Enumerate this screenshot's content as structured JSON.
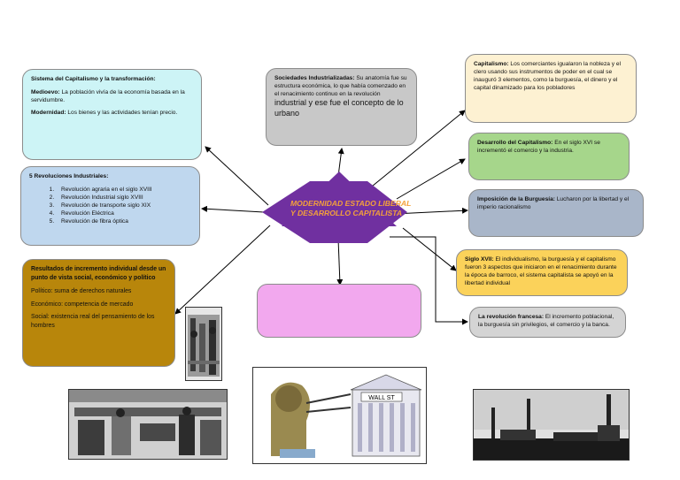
{
  "center": {
    "title": "MODERNIDAD ESTADO LIBERAL Y DESARROLLO CAPITALISTA",
    "color": "#7030a0",
    "text_color": "#f4a13a"
  },
  "nodes": {
    "sistema": {
      "title": "Sistema del Capitalismo y la transformación:",
      "items": [
        {
          "label": "Medioevo:",
          "text": " La población vivía de la economía basada en la servidumbre."
        },
        {
          "label": "Modernidad:",
          "text": " Los bienes y las actividades tenían precio."
        }
      ],
      "color": "#cdf4f6"
    },
    "revoluciones": {
      "title": "5 Revoluciones Industriales:",
      "items": [
        "Revolución agraria en el siglo XVIII",
        "Revolución Industrial siglo XVIII",
        "Revolución de transporte siglo XIX",
        "Revolución Eléctrica",
        "Revolución de fibra óptica"
      ],
      "color": "#bfd7ee"
    },
    "resultados": {
      "title": "Resultados de incremento individual desde un punto de vista social, económico y político",
      "items": [
        "Político: suma de derechos naturales",
        "Económico: competencia de mercado",
        "Social: existencia real del pensamiento de los hombres"
      ],
      "color": "#b8860b"
    },
    "sociedades": {
      "label": "Sociedades Industrializadas:",
      "text": " Su anatomía fue su estructura económica, lo que había comenzado en el renacimiento continuo en la revolución",
      "large_text": "industrial y ese fue el concepto de lo urbano",
      "color": "#c8c8c8"
    },
    "empty": {
      "color": "#f2a8ee"
    },
    "capitalismo": {
      "label": "Capitalismo:",
      "text": " Los comerciantes igualaron la nobleza y el clero usando sus instrumentos de poder en el cual se inauguró 3 elementos, como la burguesía, el dinero y el capital dinamizado para los pobladores",
      "color": "#fdf1d2"
    },
    "desarrollo": {
      "label": "Desarrollo del Capitalismo:",
      "text": " En el siglo XVI se incrementó el comercio y la industria.",
      "color": "#a6d68b"
    },
    "imposicion": {
      "label": "Imposición de la Burguesía:",
      "text": " Lucharon por la libertad y el imperio racionalismo",
      "color": "#a9b6c9"
    },
    "siglo": {
      "label": "Siglo XVII:",
      "text": " El individualismo, la burguesía y el capitalismo fueron 3 aspectos que iniciaron en el renacimiento durante la época de barroco, el sistema capitalista se apoyó en la libertad individual",
      "color": "#fbd25a"
    },
    "francesa": {
      "label": "La revolución francesa:",
      "text": " El incremento poblacional, la burguesía sin privilegios, el comercio y la banca.",
      "color": "#d4d4d4"
    }
  },
  "images": {
    "cartoon_sign": "WALL ST"
  }
}
